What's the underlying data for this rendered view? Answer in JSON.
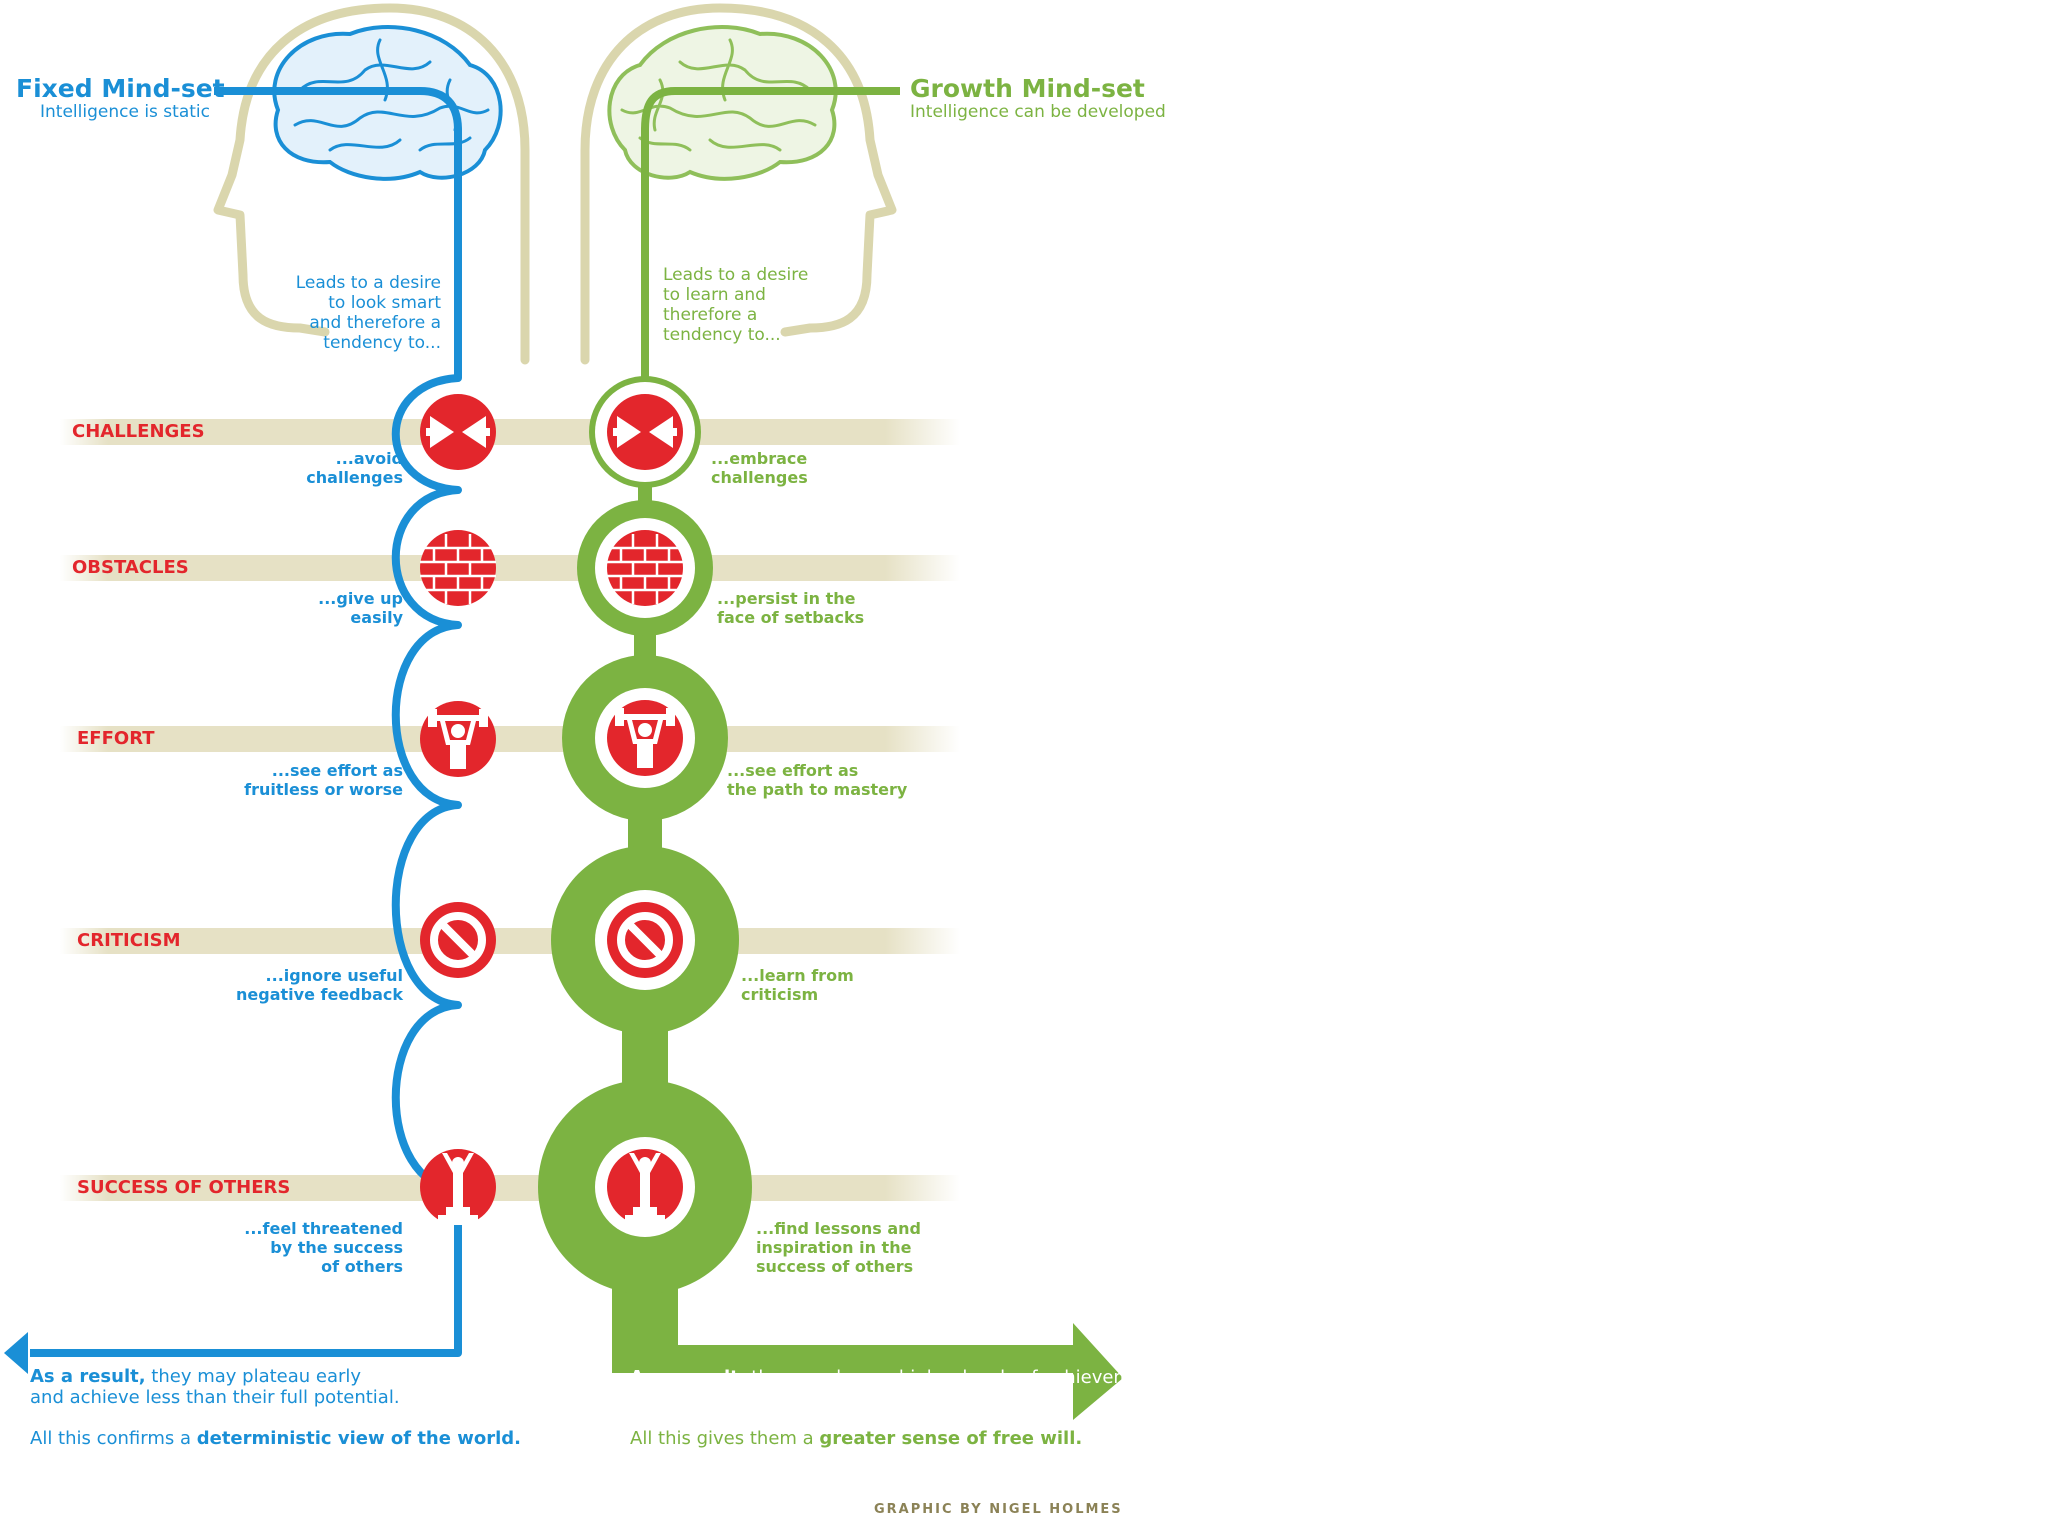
{
  "fixed": {
    "title": "Fixed Mind-set",
    "subtitle": "Intelligence is static",
    "lead": "Leads to a desire\nto look smart\nand therefore a\ntendency to...",
    "responses": [
      "...avoid\nchallenges",
      "...give up\neasily",
      "...see effort as\nfruitless or worse",
      "...ignore useful\nnegative feedback",
      "...feel threatened\nby the success\nof others"
    ],
    "result_bold": "As a result,",
    "result_text": " they may plateau early\nand achieve less than their full potential.",
    "confirm_text": "All this confirms a ",
    "confirm_bold": "deterministic view of the world."
  },
  "growth": {
    "title": "Growth Mind-set",
    "subtitle": "Intelligence can be developed",
    "lead": "Leads to a desire\nto learn and\ntherefore a\ntendency to...",
    "responses": [
      "...embrace\nchallenges",
      "...persist in the\nface of setbacks",
      "...see effort as\nthe path to mastery",
      "...learn from\ncriticism",
      "...find lessons and\ninspiration in the\nsuccess of others"
    ],
    "result_bold": "As a result,",
    "result_text": " they reach ever-higher levels of achievement.",
    "confirm_text": "All this gives them a ",
    "confirm_bold": "greater sense of free will."
  },
  "categories": [
    "CHALLENGES",
    "OBSTACLES",
    "EFFORT",
    "CRITICISM",
    "SUCCESS OF OTHERS"
  ],
  "icons": [
    "challenge-arrows-icon",
    "brick-wall-icon",
    "weightlifter-icon",
    "prohibition-icon",
    "winner-figure-icon"
  ],
  "credit": "GRAPHIC BY NIGEL HOLMES",
  "colors": {
    "fixed": "#1a8fd6",
    "growth": "#7cb342",
    "accent": "#e3262c",
    "band": "#e6e1c5",
    "head": "#dad6ad"
  }
}
